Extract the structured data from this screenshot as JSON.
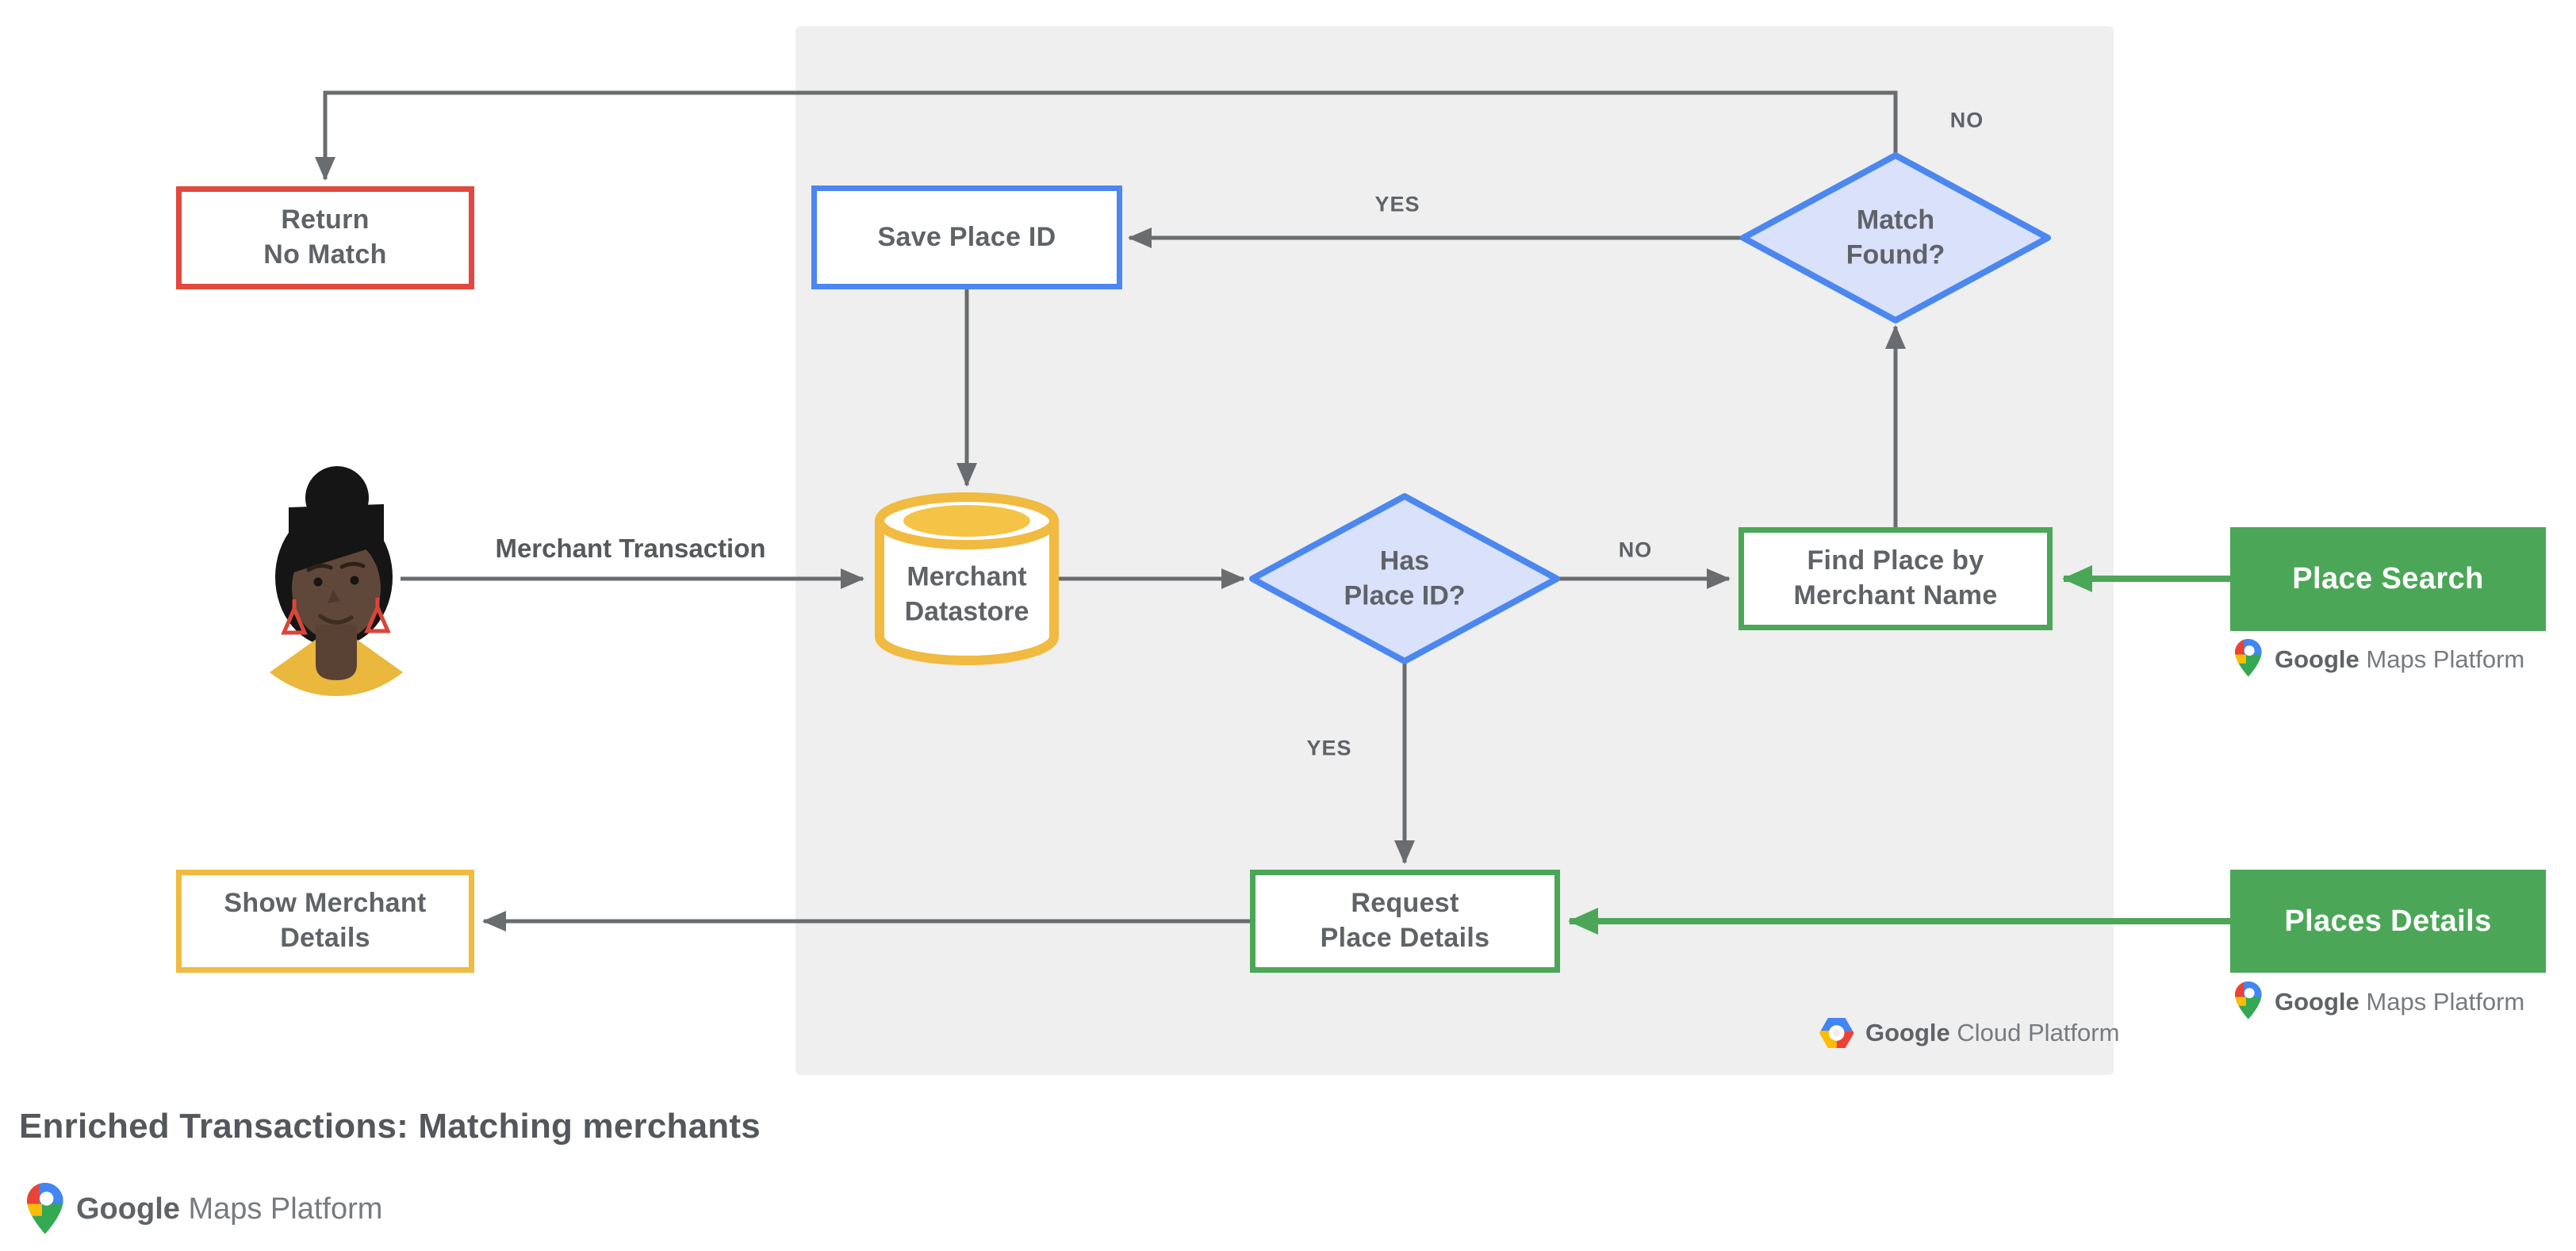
{
  "title": "Enriched Transactions: Matching merchants",
  "nodes": {
    "return_no_match": [
      "Return",
      "No Match"
    ],
    "save_place_id": [
      "Save Place ID"
    ],
    "match_found": [
      "Match",
      "Found?"
    ],
    "merchant_datastore": [
      "Merchant",
      "Datastore"
    ],
    "has_place_id": [
      "Has",
      "Place ID?"
    ],
    "find_place_by_merchant_name": [
      "Find Place by",
      "Merchant Name"
    ],
    "place_search": [
      "Place Search"
    ],
    "request_place_details": [
      "Request",
      "Place Details"
    ],
    "places_details": [
      "Places Details"
    ],
    "show_merchant_details": [
      "Show Merchant",
      "Details"
    ]
  },
  "edge_labels": {
    "match_found_no": "NO",
    "match_found_yes": "YES",
    "has_place_id_no": "NO",
    "has_place_id_yes": "YES",
    "merchant_transaction": "Merchant Transaction"
  },
  "branding": {
    "google_maps_platform": {
      "google": "Google",
      "rest": " Maps Platform"
    },
    "google_cloud_platform": {
      "google": "Google",
      "rest": " Cloud Platform"
    }
  },
  "colors": {
    "red": "#e2483d",
    "blue": "#4c86ef",
    "diamond_fill": "#d9e2fa",
    "diamond_stroke": "#4c87f0",
    "yellow": "#f1ba40",
    "green": "#4ba757",
    "panel_gray": "#efefef",
    "arrow_gray": "#6a6d6f",
    "label_gray": "#5f6368"
  }
}
